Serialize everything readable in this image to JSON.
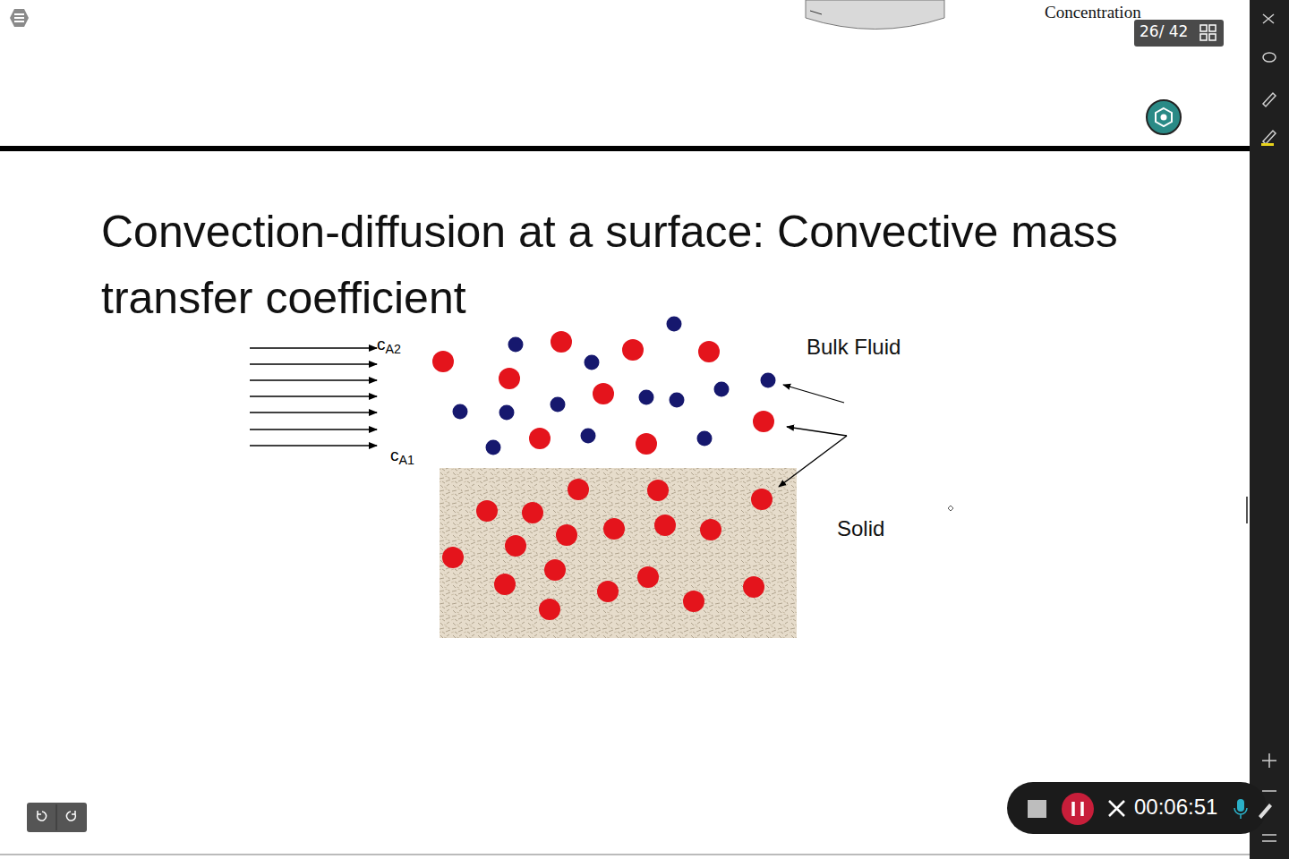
{
  "diagram": {
    "title": "Convection-diffusion at a surface: Convective mass transfer coefficient",
    "labels": [
      "Concentration",
      "26/ 42",
      "cA2",
      "cA1",
      "Bulk Fluid",
      "Solid",
      "00:06:51"
    ]
  }
}
